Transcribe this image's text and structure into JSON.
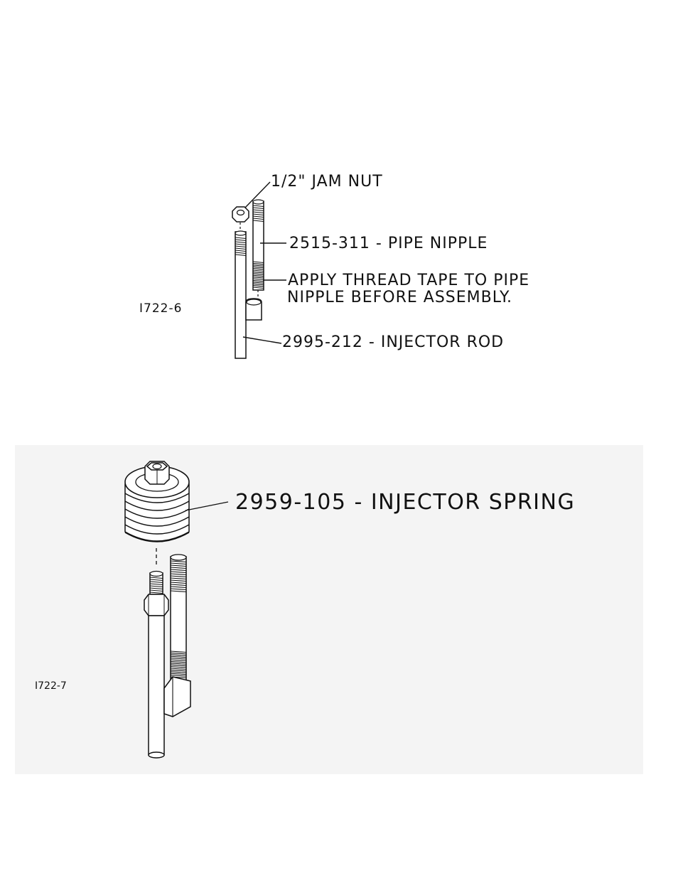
{
  "figure_top": {
    "id_label": "I722-6",
    "callouts": {
      "jam_nut": "1/2\" JAM NUT",
      "pipe_nipple": "2515-311 - PIPE NIPPLE",
      "thread_tape_line1": "APPLY THREAD TAPE TO PIPE",
      "thread_tape_line2": "NIPPLE BEFORE ASSEMBLY.",
      "injector_rod": "2995-212 - INJECTOR ROD"
    }
  },
  "figure_bottom": {
    "id_label": "I722-7",
    "callouts": {
      "injector_spring": "2959-105 - INJECTOR SPRING"
    }
  }
}
